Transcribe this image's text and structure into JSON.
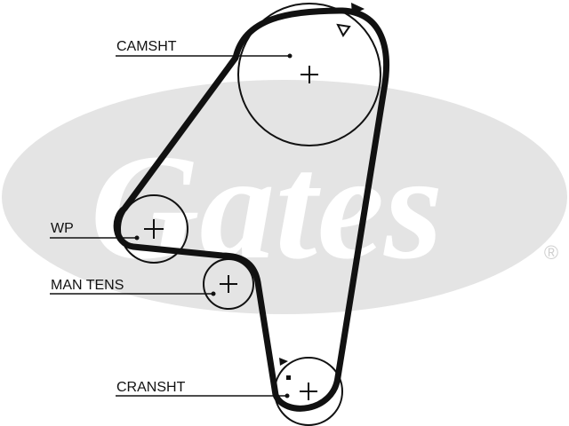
{
  "watermark": {
    "brand": "Gates",
    "mark": "®",
    "color": "#e4e4e4"
  },
  "colors": {
    "belt": "#111111",
    "line": "#111111"
  },
  "labels": {
    "camshaft": "CAMSHT",
    "water_pump": "WP",
    "tensioner": "MAN TENS",
    "crankshaft": "CRANSHT"
  },
  "icons": {
    "center_mark": "plus",
    "rotation_arrow": "triangle"
  }
}
